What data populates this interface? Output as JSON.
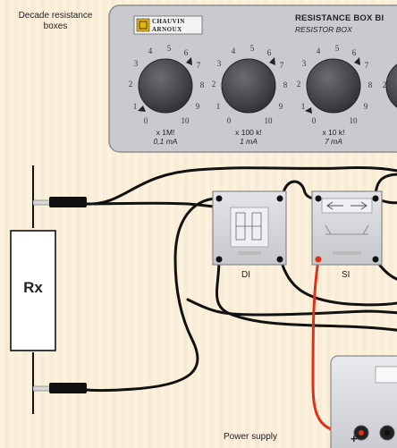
{
  "labels": {
    "decade_resistance_boxes": "Decade resistance\nboxes",
    "power_supply": "Power supply",
    "rx": "Rx",
    "di": "DI",
    "si": "SI",
    "plus": "+"
  },
  "resistance_box": {
    "brand_line1": "CHAUVIN",
    "brand_line2": "ARNOUX",
    "title": "RESISTANCE BOX BI",
    "subtitle": "RESISTOR BOX",
    "dials": [
      {
        "mult": "x 1M!",
        "current": "0,1 mA"
      },
      {
        "mult": "x 100 k!",
        "current": "1 mA"
      },
      {
        "mult": "x 10 k!",
        "current": "7 mA"
      }
    ]
  },
  "colors": {
    "box_face": "#c8cace",
    "dial_knob": "#4a4c50",
    "wire": "#111111",
    "red_wire": "#e03018",
    "module_face": "#d6d8dc",
    "background": "#fbf1dc"
  }
}
